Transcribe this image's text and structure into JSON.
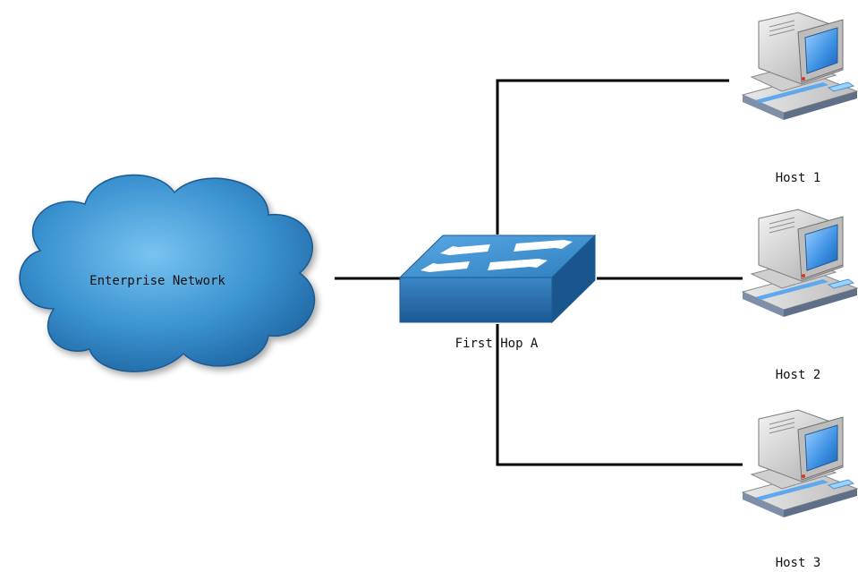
{
  "network": {
    "cloud_label": "Enterprise Network",
    "switch_label": "First Hop A",
    "hosts": [
      {
        "label": "Host 1"
      },
      {
        "label": "Host 2"
      },
      {
        "label": "Host 3"
      }
    ]
  },
  "icons": {
    "cloud": "cloud-icon",
    "switch": "switch-icon",
    "host": "computer-icon"
  },
  "colors": {
    "cloud": "#2e86c8",
    "switch_top": "#3e8fd0",
    "switch_side": "#1d5f9a",
    "line": "#000000",
    "host_screen": "#3b8fe0",
    "host_body": "#d4d4d4"
  }
}
